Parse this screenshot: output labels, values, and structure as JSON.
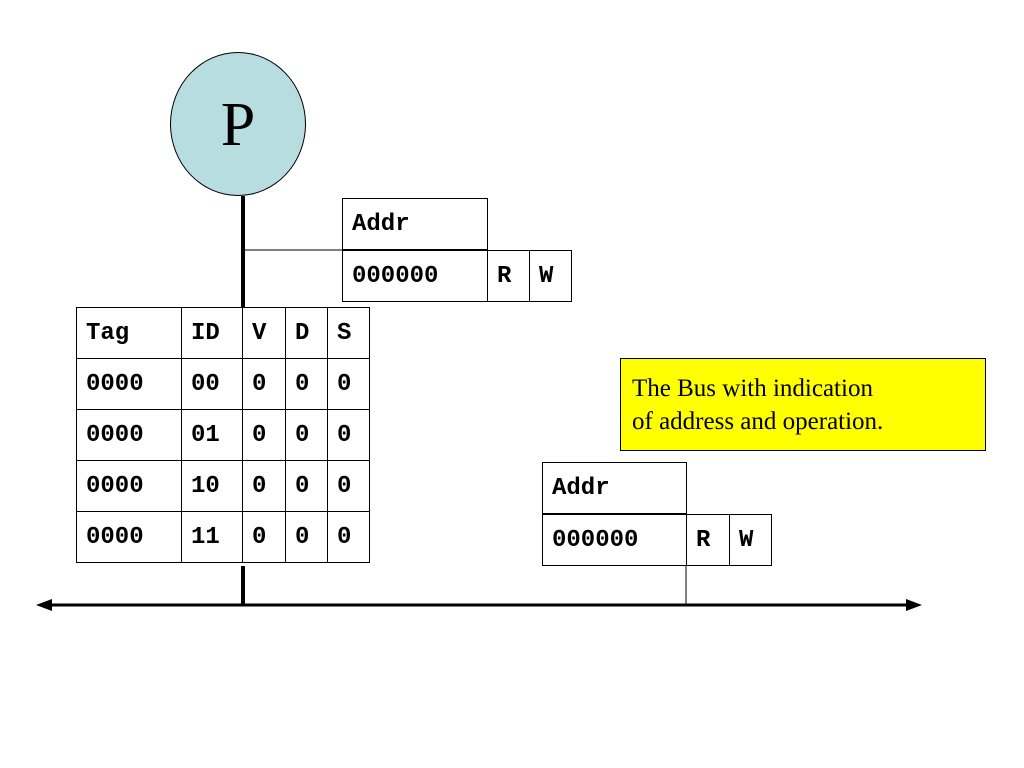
{
  "processor": {
    "label": "P",
    "fill": "#b7dde1"
  },
  "top_bus_register": {
    "addr_label": "Addr",
    "address": "000000",
    "read": "R",
    "write": "W"
  },
  "cache": {
    "headers": [
      "Tag",
      "ID",
      "V",
      "D",
      "S"
    ],
    "rows": [
      [
        "0000",
        "00",
        "0",
        "0",
        "0"
      ],
      [
        "0000",
        "01",
        "0",
        "0",
        "0"
      ],
      [
        "0000",
        "10",
        "0",
        "0",
        "0"
      ],
      [
        "0000",
        "11",
        "0",
        "0",
        "0"
      ]
    ]
  },
  "note": {
    "lines": [
      "The Bus with indication",
      "of address and operation."
    ],
    "fill": "#ffff00"
  },
  "bus_register": {
    "addr_label": "Addr",
    "address": "000000",
    "read": "R",
    "write": "W"
  }
}
